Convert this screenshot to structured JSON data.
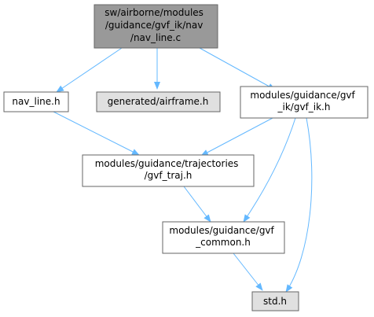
{
  "nodes": {
    "root": {
      "lines": [
        "sw/airborne/modules",
        "/guidance/gvf_ik/nav",
        "/nav_line.c"
      ],
      "fill": "#999999"
    },
    "nav_line_h": {
      "lines": [
        "nav_line.h"
      ],
      "fill": "#ffffff"
    },
    "generated_airframe": {
      "lines": [
        "generated/airframe.h"
      ],
      "fill": "#e0e0e0"
    },
    "gvf_ik_h": {
      "lines": [
        "modules/guidance/gvf",
        "_ik/gvf_ik.h"
      ],
      "fill": "#ffffff"
    },
    "gvf_traj_h": {
      "lines": [
        "modules/guidance/trajectories",
        "/gvf_traj.h"
      ],
      "fill": "#ffffff"
    },
    "gvf_common_h": {
      "lines": [
        "modules/guidance/gvf",
        "_common.h"
      ],
      "fill": "#ffffff"
    },
    "std_h": {
      "lines": [
        "std.h"
      ],
      "fill": "#e0e0e0"
    }
  },
  "edges": [
    {
      "from": "root",
      "to": "nav_line_h"
    },
    {
      "from": "root",
      "to": "generated_airframe"
    },
    {
      "from": "root",
      "to": "gvf_ik_h"
    },
    {
      "from": "nav_line_h",
      "to": "gvf_traj_h"
    },
    {
      "from": "gvf_ik_h",
      "to": "gvf_traj_h"
    },
    {
      "from": "gvf_ik_h",
      "to": "gvf_common_h"
    },
    {
      "from": "gvf_ik_h",
      "to": "std_h"
    },
    {
      "from": "gvf_traj_h",
      "to": "gvf_common_h"
    },
    {
      "from": "gvf_common_h",
      "to": "std_h"
    }
  ],
  "colors": {
    "edge": "#63b8ff",
    "border": "#666666"
  }
}
